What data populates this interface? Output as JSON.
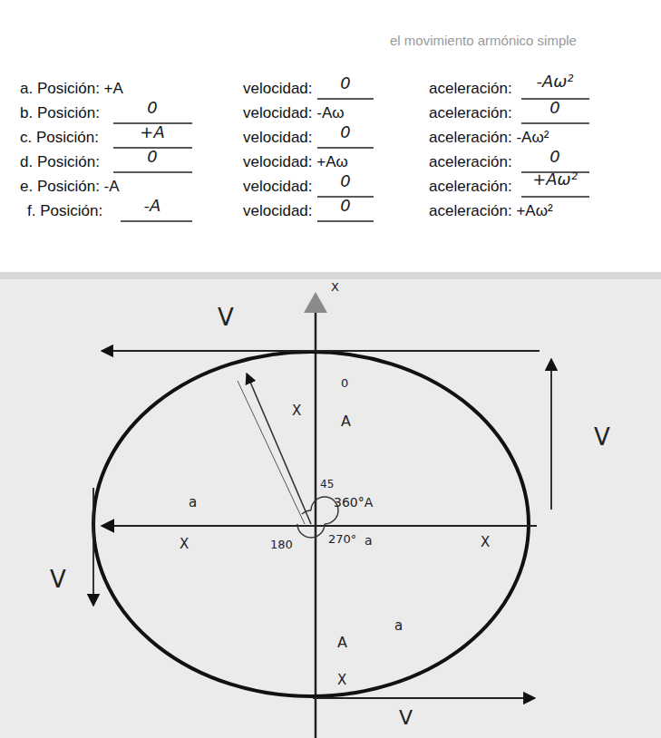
{
  "diagram": {
    "labels": [
      "el movimiento armónico simple",
      "a. Posición: +A",
      "velocidad:",
      "0",
      "aceleración:",
      "-Aω²",
      "b. Posición:",
      "0",
      "velocidad: -Aω",
      "aceleración:",
      "0",
      "c. Posición:",
      "+A",
      "velocidad:",
      "0",
      "aceleración: -Aω²",
      "d. Posición:",
      "0",
      "velocidad: +Aω",
      "aceleración:",
      "0",
      "e. Posición: -A",
      "velocidad:",
      "0",
      "aceleración:",
      "+Aω²",
      "f. Posición:",
      "-A",
      "velocidad:",
      "0",
      "aceleración: +Aω²",
      "X",
      "V",
      "V",
      "X",
      "0",
      "A",
      "45",
      "360°A",
      "a",
      "X",
      "180",
      "270°",
      "a",
      "X",
      "V",
      "a",
      "A",
      "X",
      "V"
    ]
  }
}
